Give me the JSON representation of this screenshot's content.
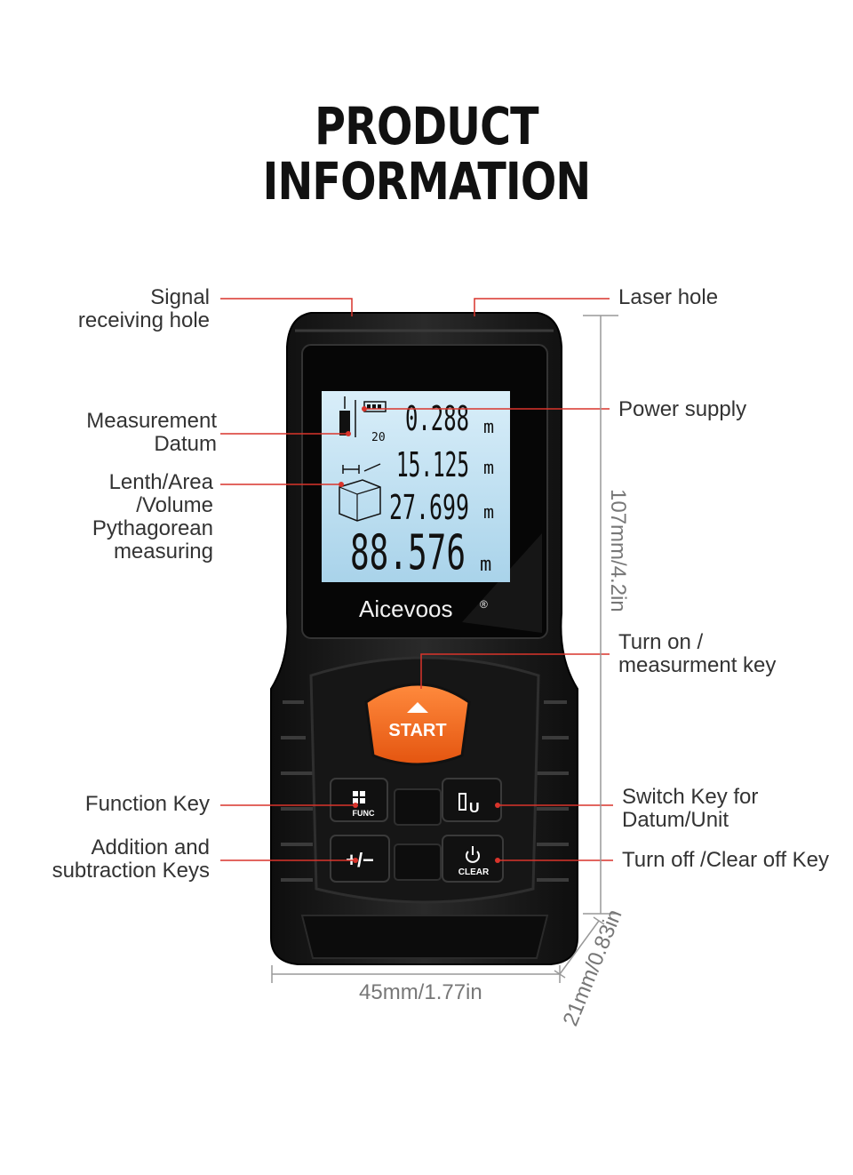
{
  "title": {
    "line1": "PRODUCT",
    "line2": "INFORMATION"
  },
  "labels": {
    "signal": [
      "Signal",
      "receiving hole"
    ],
    "laser": "Laser hole",
    "datum": [
      "Measurement",
      "Datum"
    ],
    "power": "Power supply",
    "modes": [
      "Lenth/Area",
      "/Volume",
      "Pythagorean",
      "measuring"
    ],
    "turn_on": [
      "Turn on /",
      "measurment key"
    ],
    "function": "Function Key",
    "switch": [
      "Switch Key for",
      "Datum/Unit"
    ],
    "addsub": [
      "Addition and",
      "subtraction  Keys"
    ],
    "turn_off": "Turn off /Clear off Key"
  },
  "display": {
    "row1": "0.288",
    "row2": "15.125",
    "row3": "27.699",
    "row4": "88.576",
    "unit": "m",
    "small_indicator": "20"
  },
  "brand": "Aicevoos",
  "brand_mark": "®",
  "buttons": {
    "start": "START",
    "func": "FUNC",
    "unit": "U",
    "plus_minus": "+/−",
    "clear": "CLEAR"
  },
  "dimensions": {
    "height": "107mm/4.2in",
    "width": "45mm/1.77in",
    "depth": "21mm/0.83in"
  },
  "colors": {
    "accent_line": "#d9342b",
    "start_button": "#f26a1b",
    "lcd": "#c7e6f5",
    "body": "#1c1c1c"
  },
  "icons": [
    "battery-icon",
    "laser-datum-icon",
    "box-volume-icon",
    "ruler-icon"
  ]
}
